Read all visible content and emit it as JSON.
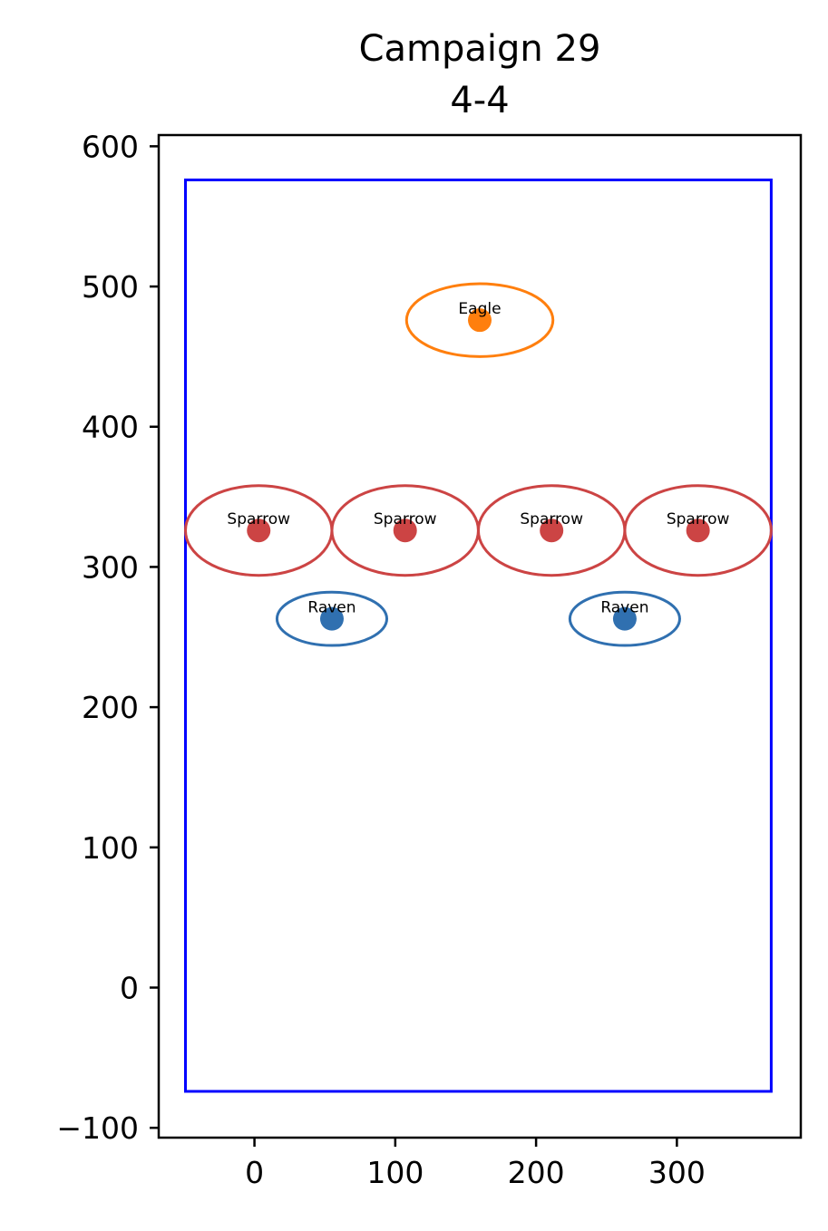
{
  "chart_data": {
    "type": "scatter",
    "title": "Campaign 29",
    "subtitle": "4-4",
    "xlabel": "",
    "ylabel": "",
    "xlim": [
      -68,
      388
    ],
    "ylim": [
      -107,
      608
    ],
    "xticks": [
      {
        "value": 0,
        "label": "0"
      },
      {
        "value": 100,
        "label": "100"
      },
      {
        "value": 200,
        "label": "200"
      },
      {
        "value": 300,
        "label": "300"
      }
    ],
    "yticks": [
      {
        "value": -100,
        "label": "−100"
      },
      {
        "value": 0,
        "label": "0"
      },
      {
        "value": 100,
        "label": "100"
      },
      {
        "value": 200,
        "label": "200"
      },
      {
        "value": 300,
        "label": "300"
      },
      {
        "value": 400,
        "label": "400"
      },
      {
        "value": 500,
        "label": "500"
      },
      {
        "value": 600,
        "label": "600"
      }
    ],
    "grid": false,
    "boundary": {
      "x0": -49,
      "x1": 367,
      "y0": -74,
      "y1": 576,
      "color": "#0000ff"
    },
    "units": [
      {
        "name": "Eagle",
        "x": 160,
        "y": 476,
        "rx": 52,
        "ry": 26,
        "color": "#ff7f0e"
      },
      {
        "name": "Sparrow",
        "x": 3,
        "y": 326,
        "rx": 52,
        "ry": 32,
        "color": "#cc4444"
      },
      {
        "name": "Sparrow",
        "x": 107,
        "y": 326,
        "rx": 52,
        "ry": 32,
        "color": "#cc4444"
      },
      {
        "name": "Sparrow",
        "x": 211,
        "y": 326,
        "rx": 52,
        "ry": 32,
        "color": "#cc4444"
      },
      {
        "name": "Sparrow",
        "x": 315,
        "y": 326,
        "rx": 52,
        "ry": 32,
        "color": "#cc4444"
      },
      {
        "name": "Raven",
        "x": 55,
        "y": 263,
        "rx": 39,
        "ry": 19,
        "color": "#3070b0"
      },
      {
        "name": "Raven",
        "x": 263,
        "y": 263,
        "rx": 39,
        "ry": 19,
        "color": "#3070b0"
      }
    ]
  }
}
